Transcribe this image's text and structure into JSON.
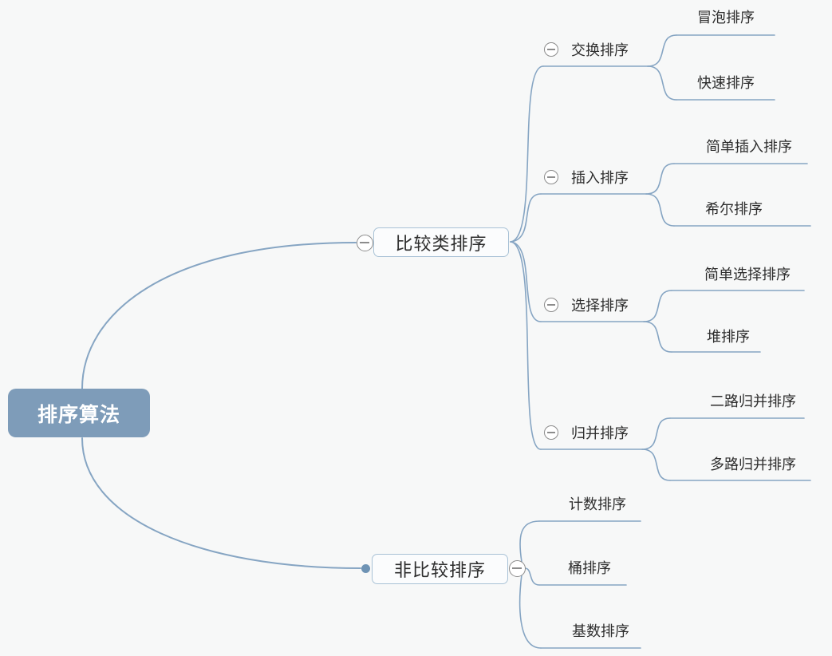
{
  "style": {
    "background": "#f7f8f8",
    "edge_color": "#86a5c3",
    "root_fill": "#7e9cb9",
    "root_text_color": "#ffffff",
    "branch_box_fill": "#fbfcfd",
    "branch_box_border": "#a9c2d6",
    "text_color": "#2d2d2d",
    "collapse_icon_color": "#8c8c8c",
    "dot_color": "#6e93b4"
  },
  "tree": {
    "root": {
      "label": "排序算法"
    },
    "branches": [
      {
        "label": "比较类排序",
        "children": [
          {
            "label": "交换排序",
            "children": [
              {
                "label": "冒泡排序"
              },
              {
                "label": "快速排序"
              }
            ]
          },
          {
            "label": "插入排序",
            "children": [
              {
                "label": "简单插入排序"
              },
              {
                "label": "希尔排序"
              }
            ]
          },
          {
            "label": "选择排序",
            "children": [
              {
                "label": "简单选择排序"
              },
              {
                "label": "堆排序"
              }
            ]
          },
          {
            "label": "归并排序",
            "children": [
              {
                "label": "二路归并排序"
              },
              {
                "label": "多路归并排序"
              }
            ]
          }
        ]
      },
      {
        "label": "非比较排序",
        "children": [
          {
            "label": "计数排序"
          },
          {
            "label": "桶排序"
          },
          {
            "label": "基数排序"
          }
        ]
      }
    ]
  }
}
